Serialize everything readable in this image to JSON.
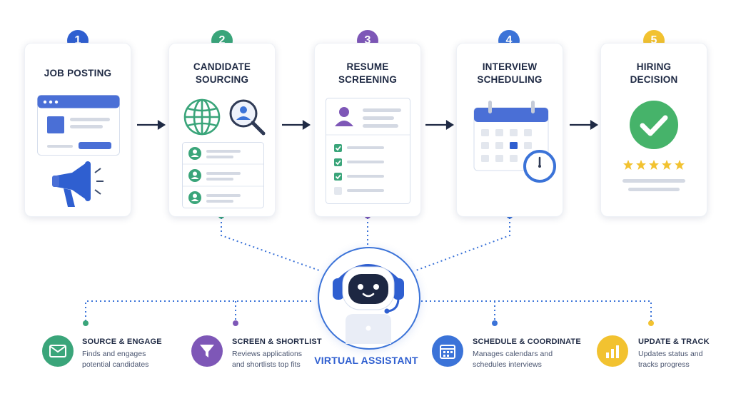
{
  "steps": [
    {
      "number": "1",
      "title_lines": [
        "JOB POSTING"
      ],
      "color": "#2f5fd0"
    },
    {
      "number": "2",
      "title_lines": [
        "CANDIDATE",
        "SOURCING"
      ],
      "color": "#3aa57a"
    },
    {
      "number": "3",
      "title_lines": [
        "RESUME",
        "SCREENING"
      ],
      "color": "#7e57b7"
    },
    {
      "number": "4",
      "title_lines": [
        "INTERVIEW",
        "SCHEDULING"
      ],
      "color": "#3b73d8"
    },
    {
      "number": "5",
      "title_lines": [
        "HIRING",
        "DECISION"
      ],
      "color": "#f2c230"
    }
  ],
  "assistant": {
    "label": "VIRTUAL ASSISTANT",
    "color": "#2f5fd0"
  },
  "features": [
    {
      "title": "SOURCE & ENGAGE",
      "desc_lines": [
        "Finds and engages",
        "potential candidates"
      ],
      "color": "#3aa57a",
      "icon": "envelope-icon"
    },
    {
      "title": "SCREEN & SHORTLIST",
      "desc_lines": [
        "Reviews applications",
        "and shortlists top fits"
      ],
      "color": "#7e57b7",
      "icon": "funnel-icon"
    },
    {
      "title": "SCHEDULE & COORDINATE",
      "desc_lines": [
        "Manages calendars and",
        "schedules interviews"
      ],
      "color": "#3b73d8",
      "icon": "calendar-icon"
    },
    {
      "title": "UPDATE & TRACK",
      "desc_lines": [
        "Updates status and",
        "tracks progress"
      ],
      "color": "#f2c230",
      "icon": "bar-chart-icon"
    }
  ]
}
